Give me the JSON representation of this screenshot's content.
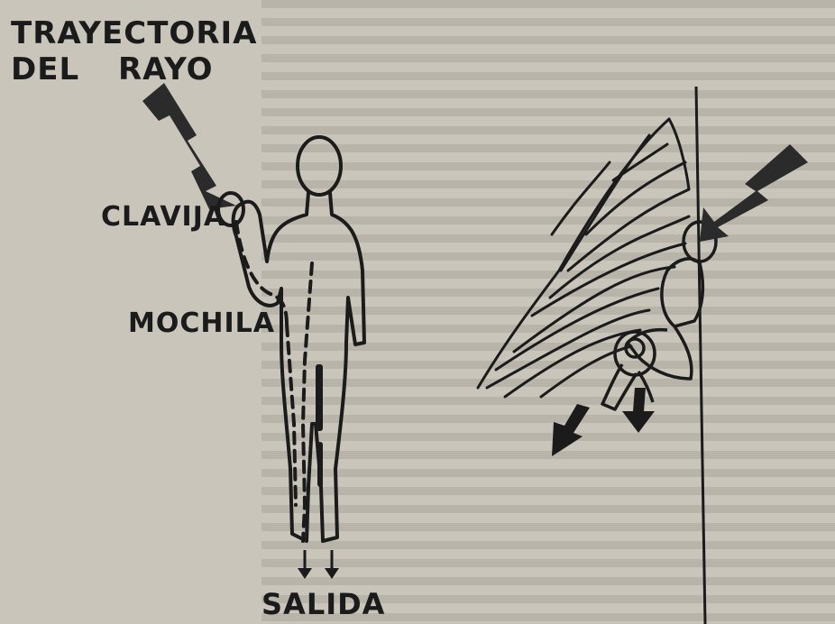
{
  "labels": {
    "trajectory_line1": "TRAYECTORIA",
    "trajectory_line2": "DEL RAYO",
    "peg": "CLAVIJA",
    "backpack": "MOCHILA",
    "exit": "SALIDA"
  },
  "colors": {
    "paper": "#c9c5bb",
    "ink": "#1b1b1b"
  },
  "icons": {
    "bolt_left": "lightning-bolt-icon",
    "bolt_right": "lightning-bolt-icon",
    "arrows": "arrow-down-icon"
  }
}
